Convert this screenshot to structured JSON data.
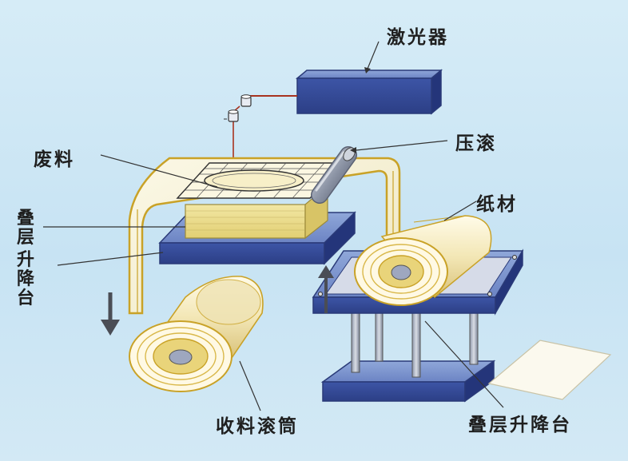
{
  "labels": {
    "laser": "激光器",
    "waste": "废料",
    "press_roller": "压滚",
    "paper": "纸材",
    "stack_lift_left_1": "叠层",
    "stack_lift_left_2": "升降台",
    "take_up_roller": "收料滚筒",
    "stack_lift_right": "叠层升降台"
  },
  "colors": {
    "background": "#cfe7f5",
    "platform_blue": "#3f55a2",
    "paper_cream": "#f4efcf",
    "gold_outline": "#c9a227",
    "laser_beam": "#a8331f",
    "pointer_line": "#333333"
  }
}
